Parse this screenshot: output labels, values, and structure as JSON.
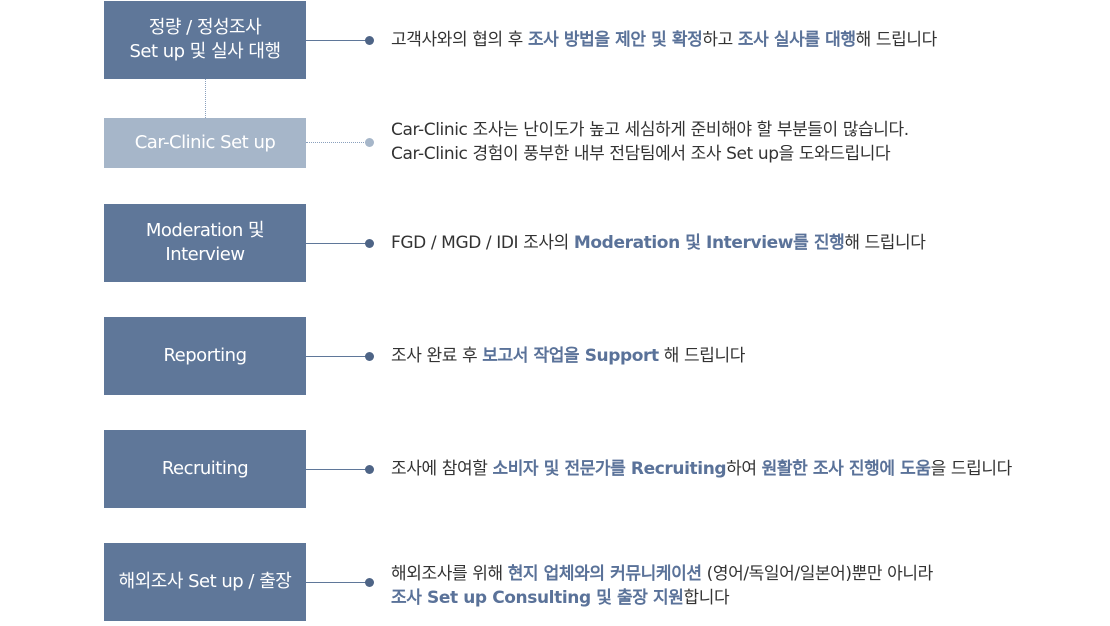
{
  "services": [
    {
      "box_lines": [
        "정량 / 정성조사",
        "Set up 및 실사 대행"
      ],
      "desc_lines": [
        [
          {
            "t": "고객사와의 협의 후 ",
            "h": false
          },
          {
            "t": "조사 방법을 제안 및 확정",
            "h": true
          },
          {
            "t": "하고 ",
            "h": false
          },
          {
            "t": "조사 실사를 대행",
            "h": true
          },
          {
            "t": "해 드립니다",
            "h": false
          }
        ]
      ]
    },
    {
      "box_lines": [
        "Car-Clinic Set up"
      ],
      "desc_lines": [
        [
          {
            "t": "Car-Clinic 조사는 난이도가 높고 세심하게 준비해야 할 부분들이 많습니다.",
            "h": false
          }
        ],
        [
          {
            "t": "Car-Clinic 경험이 풍부한 내부 전담팀에서 조사 Set up을 도와드립니다",
            "h": false
          }
        ]
      ]
    },
    {
      "box_lines": [
        "Moderation 및",
        "Interview"
      ],
      "desc_lines": [
        [
          {
            "t": "FGD / MGD / IDI 조사의 ",
            "h": false
          },
          {
            "t": "Moderation 및 Interview를 진행",
            "h": true
          },
          {
            "t": "해 드립니다",
            "h": false
          }
        ]
      ]
    },
    {
      "box_lines": [
        "Reporting"
      ],
      "desc_lines": [
        [
          {
            "t": "조사 완료 후 ",
            "h": false
          },
          {
            "t": "보고서 작업을 Support",
            "h": true
          },
          {
            "t": " 해 드립니다",
            "h": false
          }
        ]
      ]
    },
    {
      "box_lines": [
        "Recruiting"
      ],
      "desc_lines": [
        [
          {
            "t": "조사에 참여할 ",
            "h": false
          },
          {
            "t": "소비자 및 전문가를 Recruiting",
            "h": true
          },
          {
            "t": "하여 ",
            "h": false
          },
          {
            "t": "원활한 조사 진행에 도움",
            "h": true
          },
          {
            "t": "을 드립니다",
            "h": false
          }
        ]
      ]
    },
    {
      "box_lines": [
        "해외조사 Set up / 출장"
      ],
      "desc_lines": [
        [
          {
            "t": "해외조사를 위해 ",
            "h": false
          },
          {
            "t": "현지 업체와의 커뮤니케이션",
            "h": true
          },
          {
            "t": " (영어/독일어/일본어)뿐만 아니라",
            "h": false
          }
        ],
        [
          {
            "t": "조사 Set up Consulting 및 출장 지원",
            "h": true
          },
          {
            "t": "합니다",
            "h": false
          }
        ]
      ]
    }
  ],
  "colors": {
    "box": "#5f7799",
    "box_light": "#a6b6c9",
    "highlight": "#5a7299",
    "text": "#333333"
  }
}
